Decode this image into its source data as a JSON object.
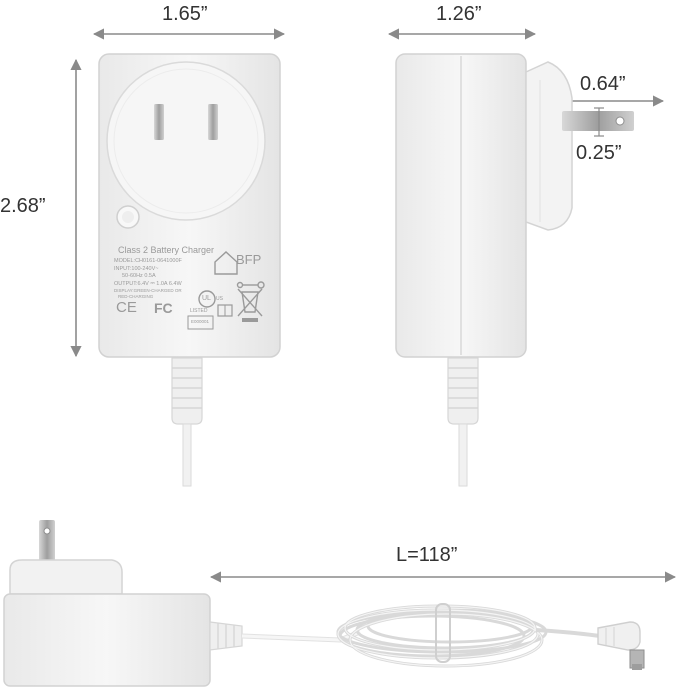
{
  "dimensions": {
    "front_width": "1.65”",
    "side_depth": "1.26”",
    "height": "2.68”",
    "prong_length": "0.64”",
    "prong_width": "0.25”",
    "cable_length": "L=118”"
  },
  "label_plate": {
    "title": "Class 2 Battery Charger",
    "brand": "BFP",
    "model": "MODEL:CH0161-0641000F",
    "input": "INPUT:100-240V~",
    "freq": "50-60Hz 0.5A",
    "output": "OUTPUT:6.4V ⎓ 1.0A 6.4W",
    "display_1": "DISPLAY:GREEN-CHARGED OR",
    "display_2": "RED-CHARGING",
    "ul_mark": "UL",
    "us_mark": "US",
    "listed": "LISTED",
    "listed_code": "E000001",
    "ce_mark": "CE",
    "fc_mark": "FC"
  },
  "colors": {
    "dimension_line": "#8a8a8a",
    "body": "#f2f2f2",
    "edge": "#d2d2d2",
    "prong": "#bdbdbd"
  }
}
